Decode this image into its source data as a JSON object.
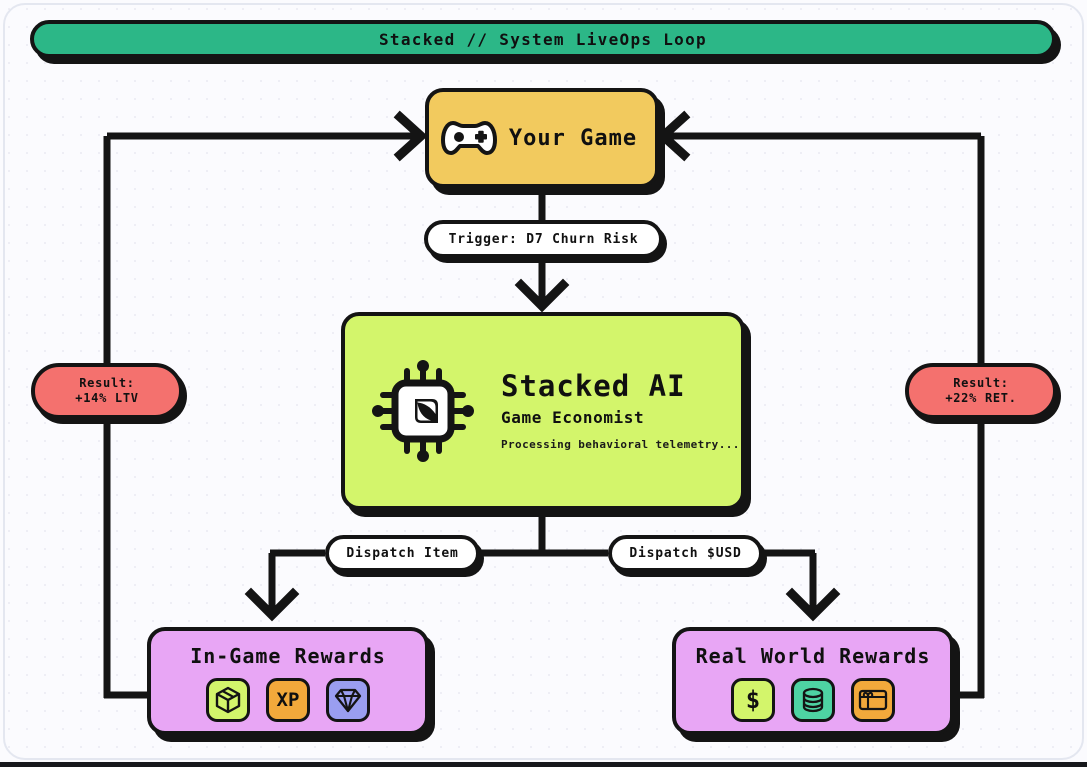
{
  "header": {
    "title": "Stacked // System LiveOps Loop",
    "bg_color": "#2cb787"
  },
  "nodes": {
    "game": {
      "label": "Your Game",
      "icon": "gamepad-icon",
      "bg_color": "#f2ca5e"
    },
    "ai": {
      "title": "Stacked AI",
      "subtitle": "Game Economist",
      "status": "Processing behavioral telemetry...",
      "icon": "cpu-chip-icon",
      "bg_color": "#d3f56b"
    },
    "ingame_rewards": {
      "title": "In-Game Rewards",
      "bg_color": "#e8a6f5",
      "chips": [
        {
          "name": "loot-box-icon",
          "label": "",
          "bg_color": "#d3f56b"
        },
        {
          "name": "xp-icon",
          "label": "XP",
          "bg_color": "#f2a93b"
        },
        {
          "name": "gem-icon",
          "label": "",
          "bg_color": "#9a9ef0"
        }
      ]
    },
    "real_rewards": {
      "title": "Real World Rewards",
      "bg_color": "#e8a6f5",
      "chips": [
        {
          "name": "dollar-icon",
          "label": "$",
          "bg_color": "#d3f56b"
        },
        {
          "name": "coins-icon",
          "label": "",
          "bg_color": "#4ed3a3"
        },
        {
          "name": "gift-card-icon",
          "label": "",
          "bg_color": "#f2a93b"
        }
      ]
    }
  },
  "pills": {
    "trigger": "Trigger: D7 Churn Risk",
    "dispatch_item": "Dispatch Item",
    "dispatch_usd": "Dispatch $USD"
  },
  "badges": {
    "left": {
      "line1": "Result:",
      "line2": "+14% LTV",
      "bg_color": "#f4716e"
    },
    "right": {
      "line1": "Result:",
      "line2": "+22% RET.",
      "bg_color": "#f4716e"
    }
  }
}
